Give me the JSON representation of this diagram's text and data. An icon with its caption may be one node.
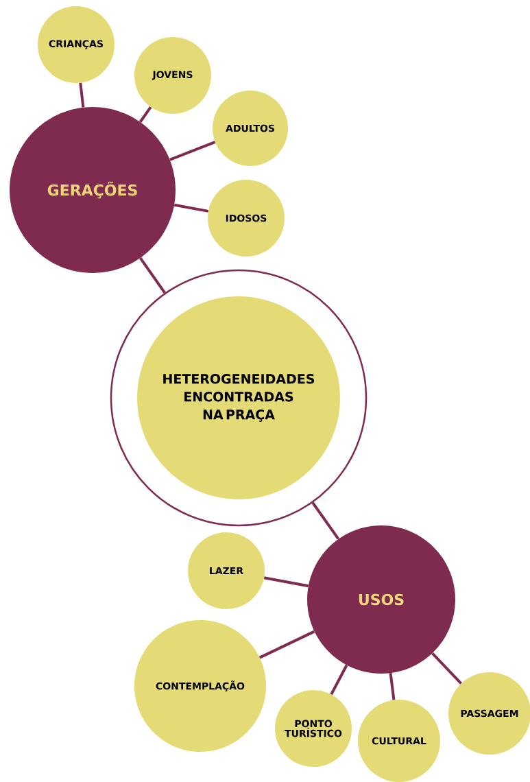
{
  "diagram": {
    "nodes": [
      {
        "text": [
          "GERAÇÕES"
        ]
      },
      {
        "text": [
          "CRIANÇAS"
        ]
      },
      {
        "text": [
          "JOVENS"
        ]
      },
      {
        "text": [
          "ADULTOS"
        ]
      },
      {
        "text": [
          "IDOSOS"
        ]
      },
      {
        "text": [],
        "shape": "circle"
      },
      {
        "text": [
          "HETEROGENEIDADES ENCONTRADAS NA PRAÇA"
        ],
        "in": 5
      },
      {
        "text": [
          "USOS"
        ]
      },
      {
        "text": [
          "LAZER"
        ]
      },
      {
        "text": [
          "CONTEMPLAÇÃO"
        ]
      },
      {
        "text": [
          "PONTO TURÍSTICO"
        ]
      },
      {
        "text": [
          "CULTURAL"
        ]
      },
      {
        "text": [
          "PASSAGEM"
        ]
      }
    ],
    "edges": [
      {
        "from": 0,
        "to": 1,
        "arrow": "none"
      },
      {
        "from": 0,
        "to": 2,
        "arrow": "none"
      },
      {
        "from": 0,
        "to": 3,
        "arrow": "none"
      },
      {
        "from": 0,
        "to": 4,
        "arrow": "none"
      },
      {
        "from": 0,
        "to": 5,
        "arrow": "none"
      },
      {
        "from": 5,
        "to": 7,
        "arrow": "none"
      },
      {
        "from": 7,
        "to": 8,
        "arrow": "none"
      },
      {
        "from": 7,
        "to": 9,
        "arrow": "none"
      },
      {
        "from": 7,
        "to": 10,
        "arrow": "none"
      },
      {
        "from": 7,
        "to": 11,
        "arrow": "none"
      },
      {
        "from": 7,
        "to": 12,
        "arrow": "none"
      }
    ]
  }
}
